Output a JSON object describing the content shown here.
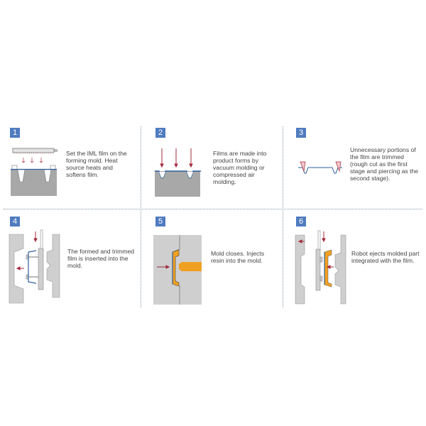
{
  "steps": [
    {
      "number": "1",
      "text": "Set the IML film on the forming mold. Heat source heats and softens film."
    },
    {
      "number": "2",
      "text": "Films are made into product forms by vacuum molding or compressed air molding."
    },
    {
      "number": "3",
      "text": "Unnecessary portions of the film are trimmed (rough cut as the first stage and piercing as the second stage)."
    },
    {
      "number": "4",
      "text": "The formed and trimmed film is inserted into the mold."
    },
    {
      "number": "5",
      "text": "Mold closes. Injects resin into the mold."
    },
    {
      "number": "6",
      "text": "Robot ejects molded part integrated with the film."
    }
  ],
  "colors": {
    "badge": "#4f7bbf",
    "mold": "#c8c8c8",
    "film": "#2f5f9e",
    "arrow": "#a3283a",
    "resin": "#f0a020"
  }
}
